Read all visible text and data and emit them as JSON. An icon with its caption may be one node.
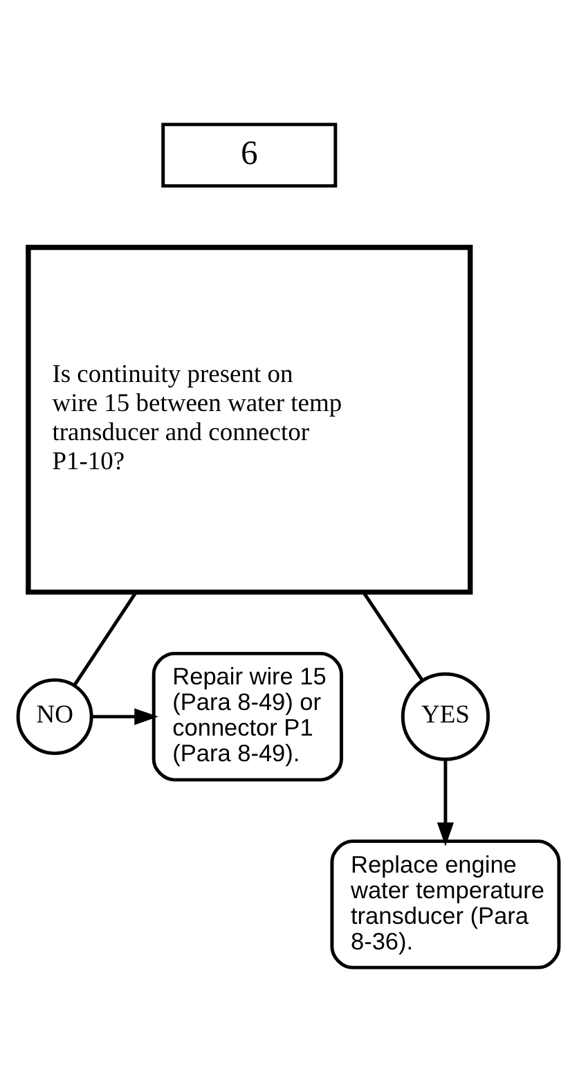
{
  "diagram": {
    "nodes": [
      {
        "text": [
          "6"
        ]
      },
      {
        "text": [
          "Is continuity present on wire 15 between water temp transducer and connector P1-10?"
        ]
      },
      {
        "text": [
          "NO"
        ]
      },
      {
        "text": [
          "Repair wire 15 (Para 8-49) or connector P1 (Para 8-49)."
        ]
      },
      {
        "text": [
          "YES"
        ]
      },
      {
        "text": [
          "Replace engine water temperature transducer (Para 8-36)."
        ]
      }
    ],
    "edges": [
      {
        "from": 1,
        "to": 2,
        "arrow": "none"
      },
      {
        "from": 2,
        "to": 3,
        "arrow": "to"
      },
      {
        "from": 1,
        "to": 4,
        "arrow": "none"
      },
      {
        "from": 4,
        "to": 5,
        "arrow": "to"
      }
    ]
  }
}
